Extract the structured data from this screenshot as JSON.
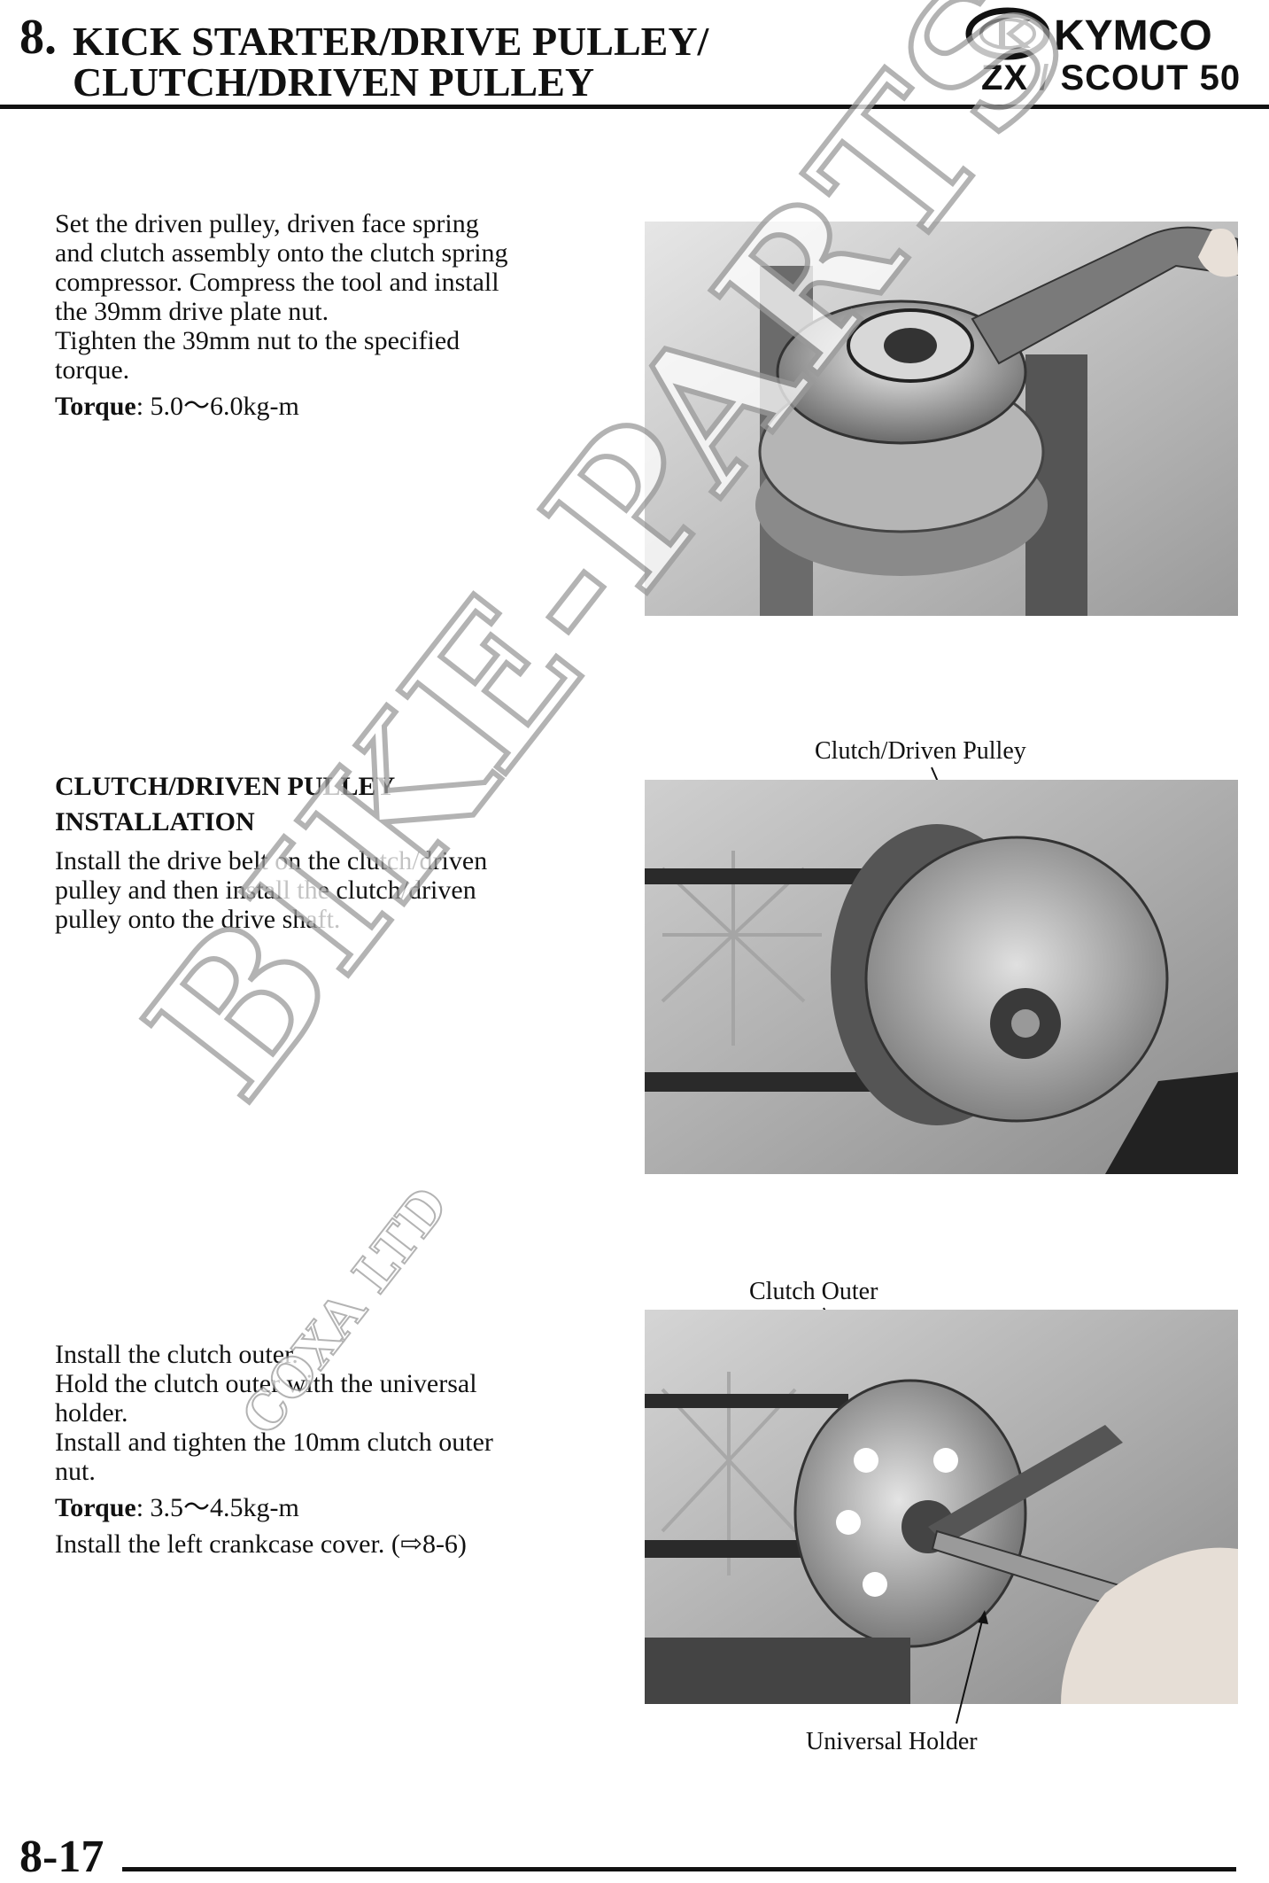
{
  "header": {
    "chapter_number": "8.",
    "title_line1": "KICK STARTER/DRIVE PULLEY/",
    "title_line2": "CLUTCH/DRIVEN PULLEY",
    "brand": "KYMCO",
    "model": "ZX / SCOUT 50"
  },
  "section1": {
    "lines": [
      "Set the driven pulley, driven face spring",
      "and clutch assembly onto the clutch spring",
      "compressor.    Compress the tool and install",
      "the 39mm drive plate nut.",
      "Tighten the 39mm nut to the specified",
      "torque."
    ],
    "torque_label": "Torque",
    "torque_value": ": 5.0～6.0kg-m"
  },
  "section2": {
    "heading_line1": "CLUTCH/DRIVEN PULLEY",
    "heading_line2": "INSTALLATION",
    "lines": [
      "Install the drive belt on the clutch/driven",
      "pulley and then install the clutch/driven",
      "pulley onto the drive shaft."
    ],
    "callout": "Clutch/Driven Pulley"
  },
  "section3": {
    "lines": [
      "Install the clutch outer.",
      "Hold the clutch outer with the universal",
      "holder.",
      "Install and tighten the 10mm clutch outer",
      "nut."
    ],
    "torque_label": "Torque",
    "torque_value": ": 3.5～4.5kg-m",
    "final_line": "Install the left crankcase cover. (⇨8-6)",
    "callout_top": "Clutch Outer",
    "callout_bottom": "Universal Holder"
  },
  "watermark": {
    "main": "BIKE-PARTS",
    "sub": "COXA LTD"
  },
  "footer": {
    "page_number": "8-17"
  }
}
